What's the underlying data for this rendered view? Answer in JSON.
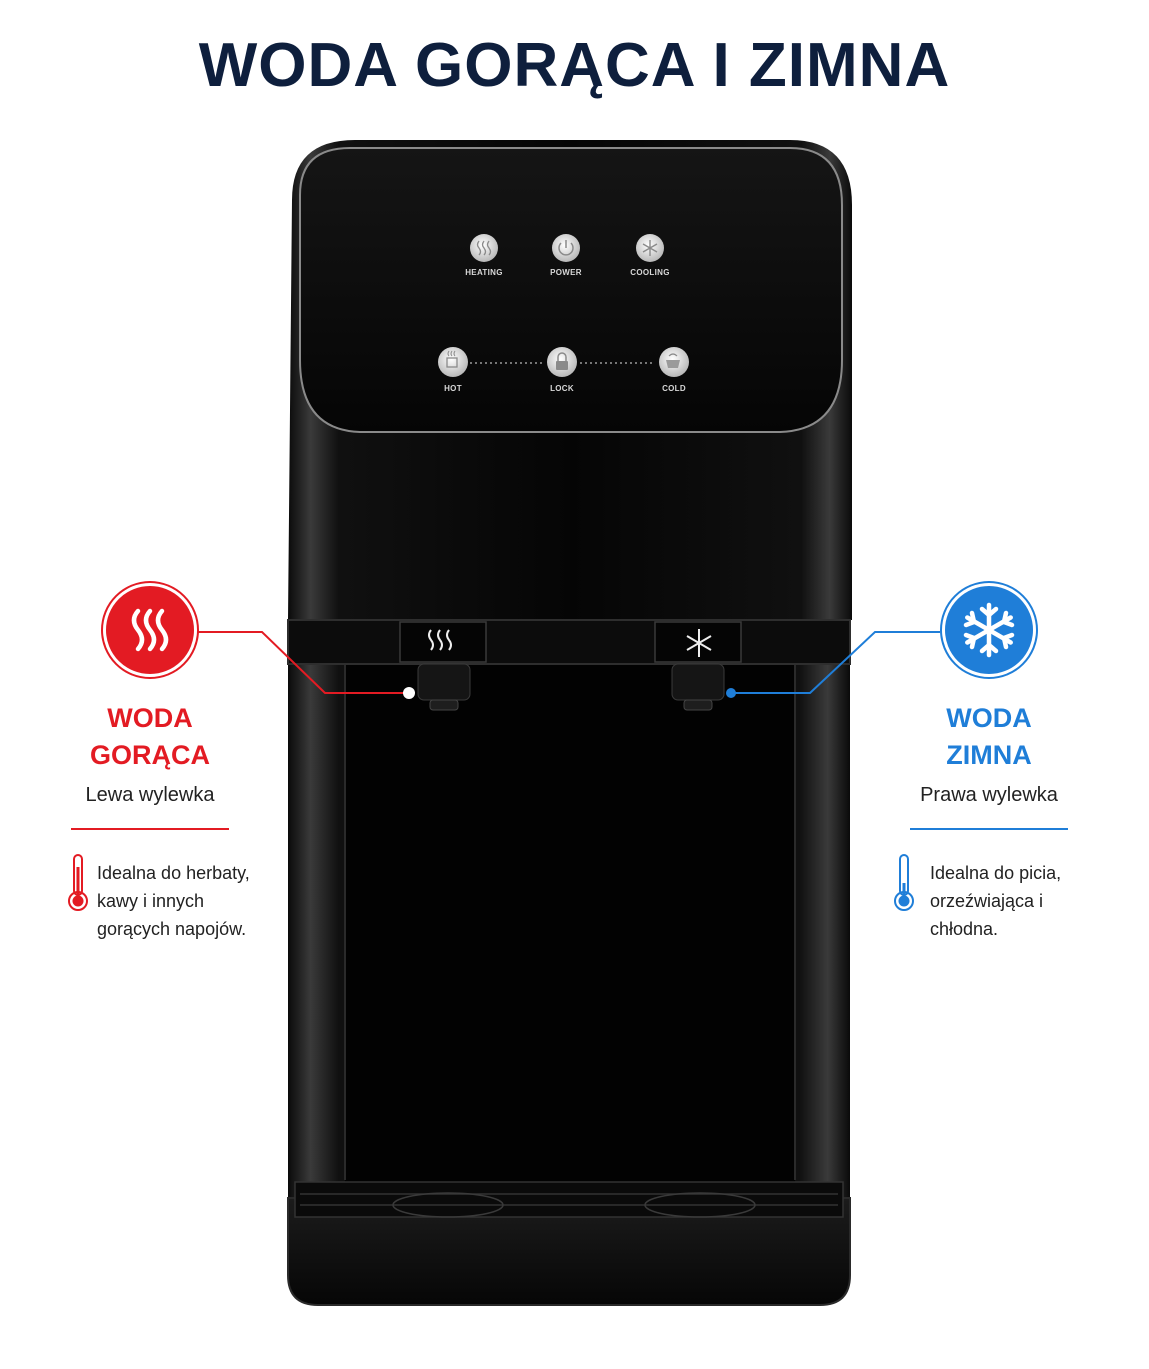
{
  "title": "WODA GORĄCA I ZIMNA",
  "panel": {
    "top_buttons": [
      {
        "label": "HEATING",
        "icon": "steam-icon"
      },
      {
        "label": "POWER",
        "icon": "power-icon"
      },
      {
        "label": "COOLING",
        "icon": "snowflake-icon"
      }
    ],
    "bottom_buttons": [
      {
        "label": "HOT",
        "icon": "hot-cup-icon"
      },
      {
        "label": "LOCK",
        "icon": "lock-icon"
      },
      {
        "label": "COLD",
        "icon": "cold-cup-icon"
      }
    ]
  },
  "hot": {
    "title_line1": "WODA",
    "title_line2": "GORĄCA",
    "subtitle": "Lewa wylewka",
    "desc_line1": "Idealna do herbaty,",
    "desc_line2": "kawy i innych",
    "desc_line3": "gorących napojów.",
    "color": "#e31b23",
    "icon": "heat-waves-icon"
  },
  "cold": {
    "title_line1": "WODA",
    "title_line2": "ZIMNA",
    "subtitle": "Prawa wylewka",
    "desc_line1": "Idealna do picia,",
    "desc_line2": "orzeźwiająca i",
    "desc_line3": "chłodna.",
    "color": "#1f7ed8",
    "icon": "snowflake-icon"
  },
  "title_color": "#0e1f3d"
}
